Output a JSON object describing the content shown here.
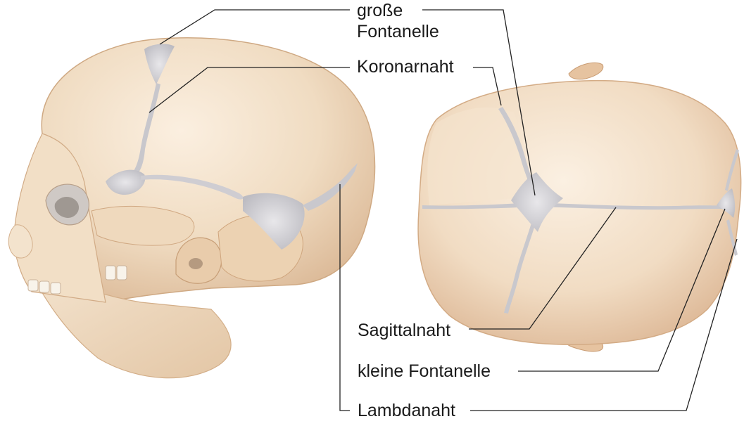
{
  "labels": {
    "grosse_line1": "große",
    "grosse_line2": "Fontanelle",
    "koronarnaht": "Koronarnaht",
    "sagittalnaht": "Sagittalnaht",
    "kleine_fontanelle": "kleine Fontanelle",
    "lambdanaht": "Lambdanaht"
  },
  "colors": {
    "bone": "#f0dcc2",
    "bone_shadow": "#d9b592",
    "bone_highlight": "#faefe2",
    "fontanelle": "#d4d3d6",
    "leader_line": "#222222"
  }
}
